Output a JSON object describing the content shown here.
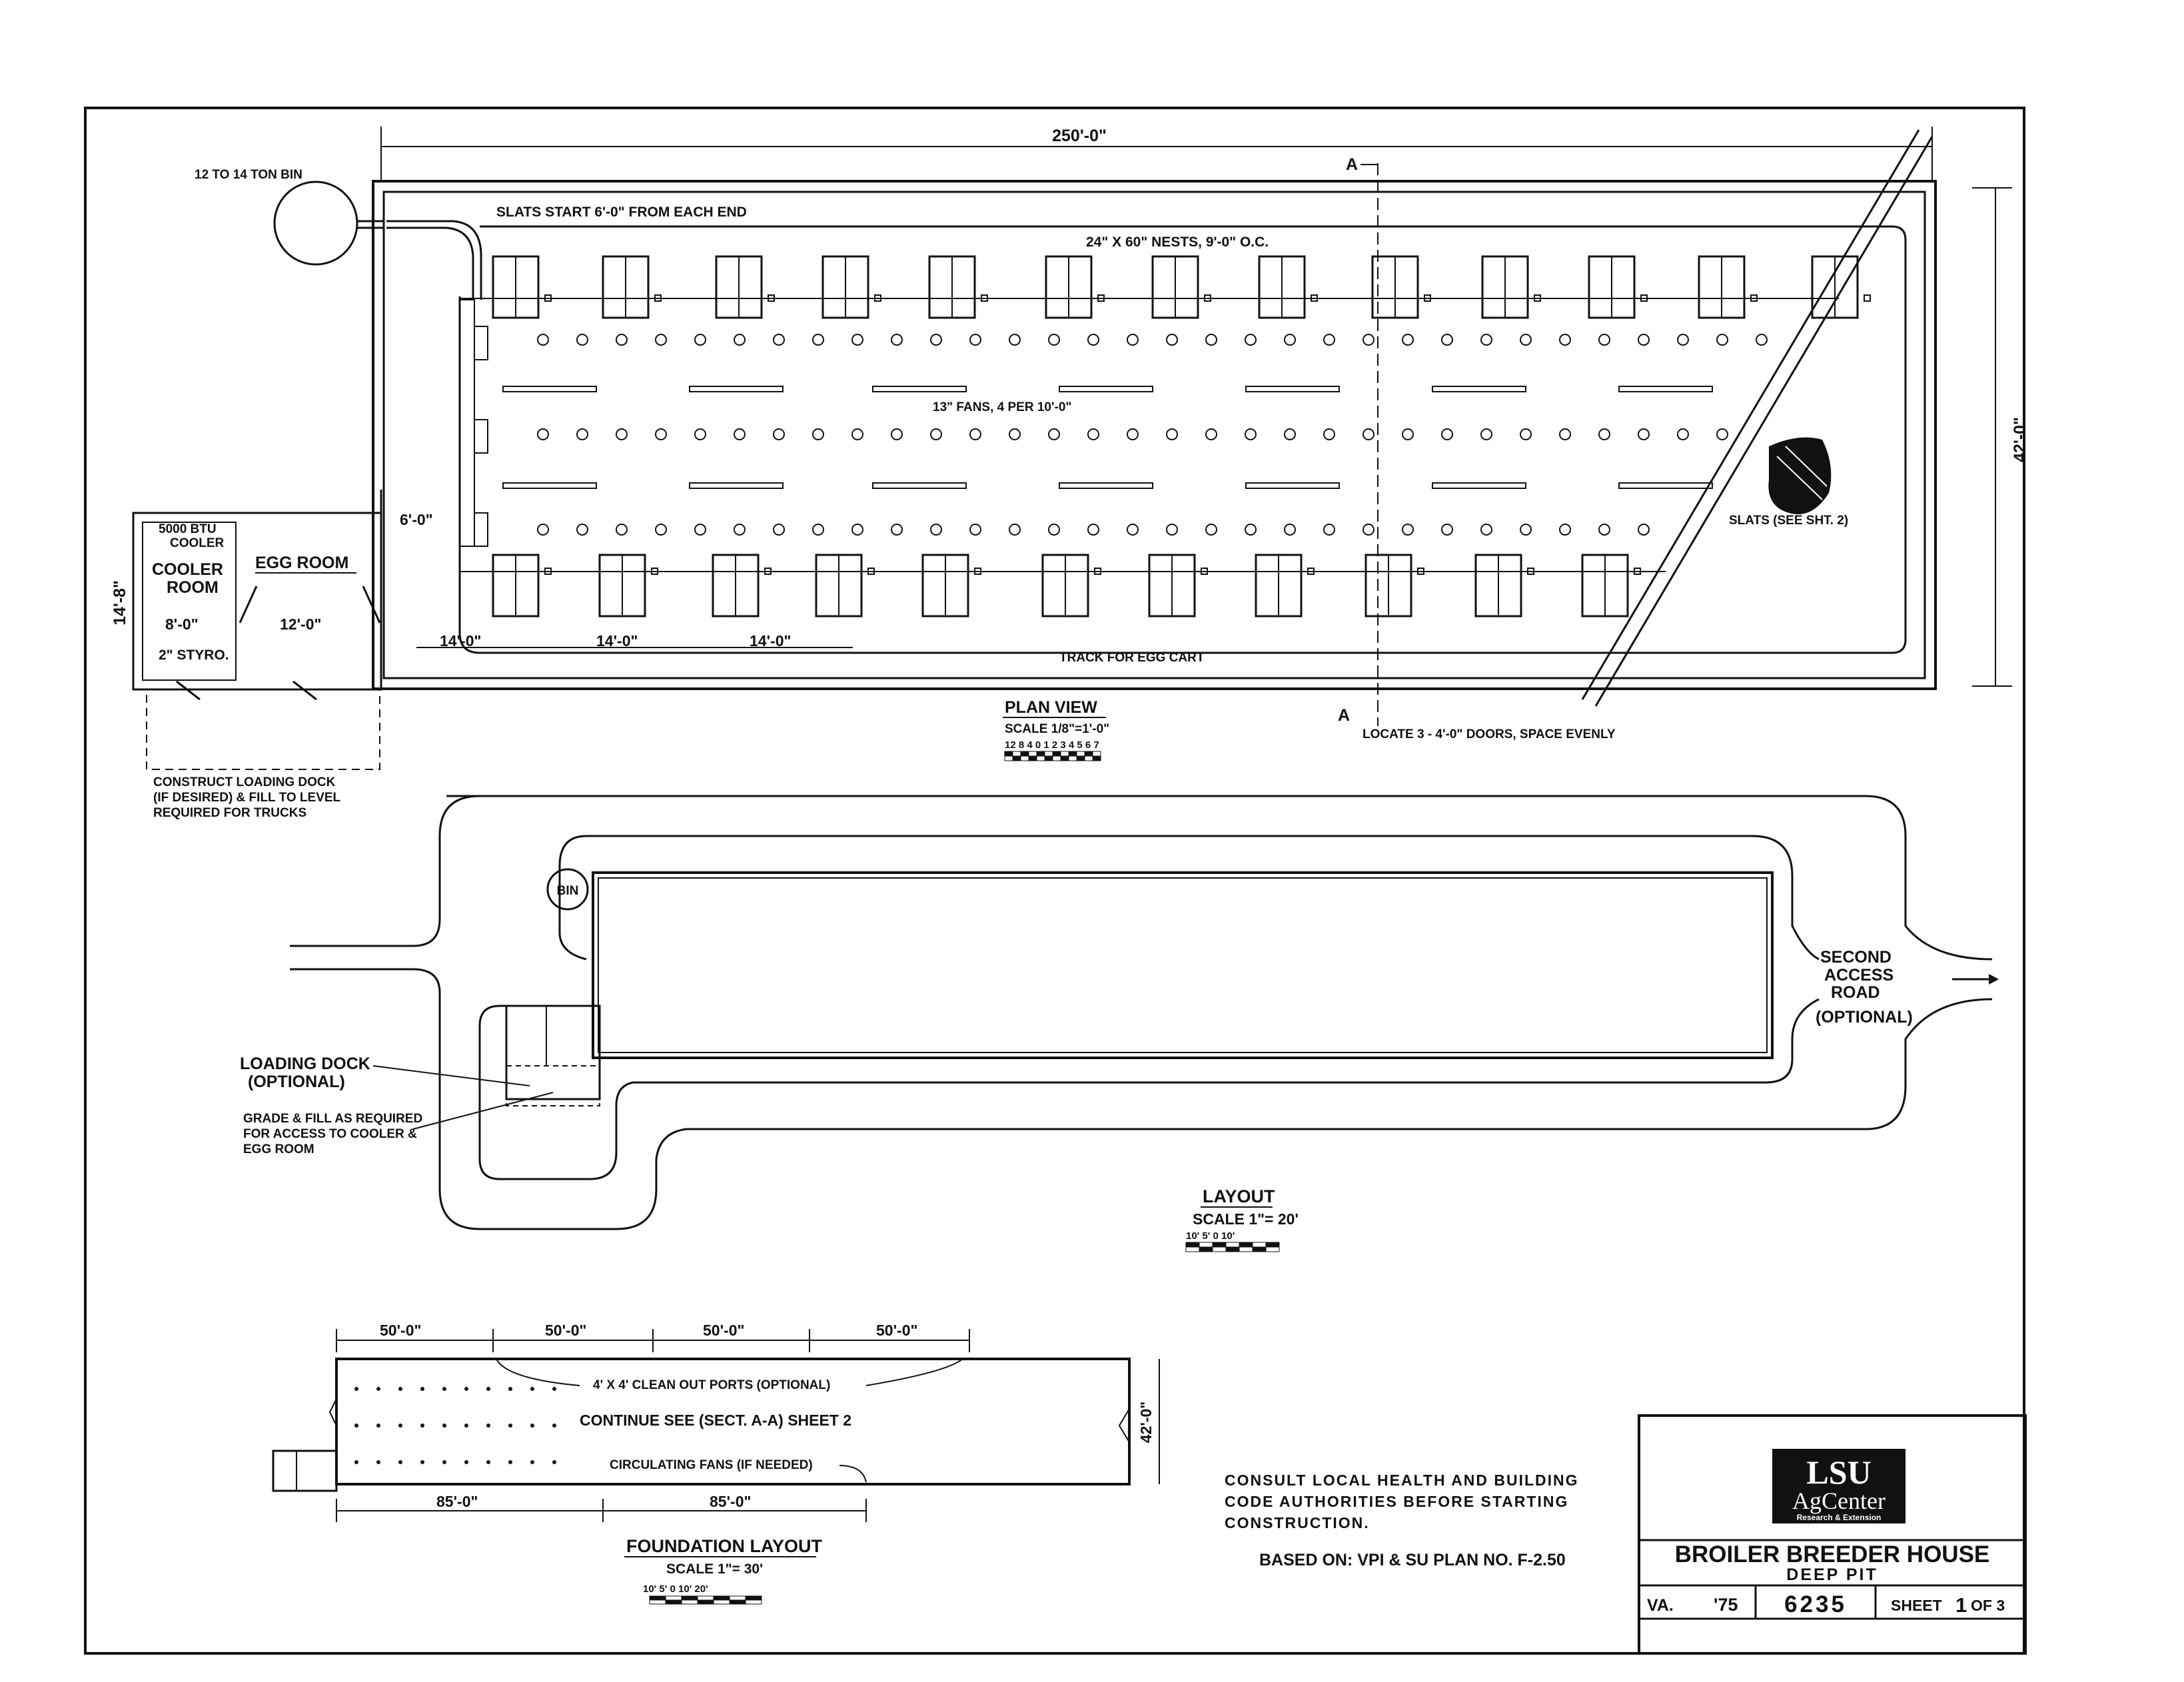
{
  "plan_view": {
    "title": "PLAN VIEW",
    "scale": "SCALE 1/8\"=1'-0\"",
    "scale_ticks": "12 8 4 0 1 2 3 4 5 6 7",
    "overall_length": "250'-0\"",
    "width": "42'-0\"",
    "bin_label": "12 TO 14 TON BIN",
    "slats_note": "SLATS START 6'-0\" FROM EACH END",
    "nests_note": "24\" X 60\" NESTS, 9'-0\" O.C.",
    "fans_note": "13\" FANS, 4 PER 10'-0\"",
    "slats_ref": "SLATS (SEE SHT. 2)",
    "track_note": "TRACK FOR EGG CART",
    "doors_note": "LOCATE 3 - 4'-0\" DOORS, SPACE EVENLY",
    "section_mark": "A",
    "cooler_capacity": "5000 BTU COOLER",
    "cooler_capacity_lines": [
      "5000 BTU",
      "COOLER"
    ],
    "cooler_room_lines": [
      "COOLER",
      "ROOM"
    ],
    "egg_room": "EGG ROOM",
    "dim_cooler": "8'-0\"",
    "dim_egg": "12'-0\"",
    "dim_entry": "6'-0\"",
    "dim_depth": "14'-8\"",
    "styro": "2\" STYRO.",
    "dim_nest_spacing": [
      "14'-0\"",
      "14'-0\"",
      "14'-0\""
    ],
    "loading_dock_note_lines": [
      "CONSTRUCT LOADING DOCK",
      "(IF DESIRED) & FILL TO LEVEL",
      "REQUIRED FOR TRUCKS"
    ]
  },
  "layout": {
    "title": "LAYOUT",
    "scale": "SCALE 1\"= 20'",
    "scale_ticks": "10' 5' 0 10'",
    "bin": "BIN",
    "second_access_lines": [
      "SECOND",
      "ACCESS",
      "ROAD",
      "(OPTIONAL)"
    ],
    "loading_dock_lines": [
      "LOADING DOCK",
      "(OPTIONAL)"
    ],
    "grade_note_lines": [
      "GRADE & FILL AS REQUIRED",
      "FOR ACCESS TO COOLER &",
      "EGG ROOM"
    ]
  },
  "foundation": {
    "title": "FOUNDATION LAYOUT",
    "scale": "SCALE 1\"= 30'",
    "scale_ticks": "10' 5' 0 10' 20'",
    "top_dims": [
      "50'-0\"",
      "50'-0\"",
      "50'-0\"",
      "50'-0\""
    ],
    "bottom_dims": [
      "85'-0\"",
      "85'-0\""
    ],
    "width": "42'-0\"",
    "ports_note": "4' X 4' CLEAN OUT PORTS (OPTIONAL)",
    "continue_note": "CONTINUE SEE (SECT. A-A) SHEET 2",
    "fans_note": "CIRCULATING FANS (IF NEEDED)"
  },
  "notes": {
    "consult_lines": [
      "CONSULT LOCAL HEALTH AND BUILDING",
      "CODE AUTHORITIES BEFORE STARTING",
      "CONSTRUCTION."
    ],
    "based_on": "BASED ON: VPI & SU PLAN NO. F-2.50"
  },
  "title_block": {
    "logo_top": "LSU",
    "logo_bottom": "AgCenter",
    "logo_tagline": "Research & Extension",
    "title": "BROILER BREEDER HOUSE",
    "subtitle": "DEEP PIT",
    "state": "VA.",
    "year": "'75",
    "plan_number": "6235",
    "sheet_label": "SHEET",
    "sheet_num": "1",
    "sheet_of": "OF 3"
  }
}
